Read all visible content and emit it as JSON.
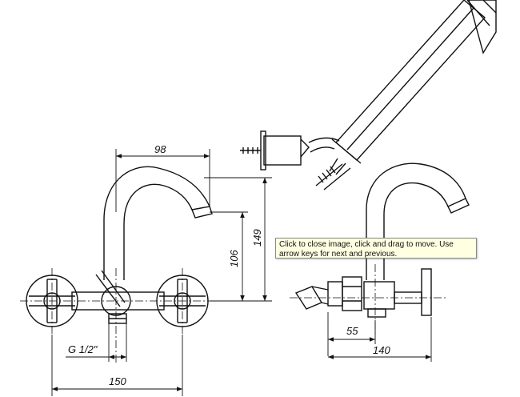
{
  "dimensions": {
    "spout_reach": "98",
    "total_height": "149",
    "outlet_height": "106",
    "inlet_thread": "G 1/2\"",
    "centre_distance": "150",
    "wall_to_axis": "55",
    "depth": "140"
  },
  "tooltip": {
    "text": "Click to close image, click and drag to move. Use arrow keys for next and previous."
  },
  "colors": {
    "line": "#111111",
    "background": "#ffffff",
    "tooltip_bg": "#ffffe1"
  }
}
